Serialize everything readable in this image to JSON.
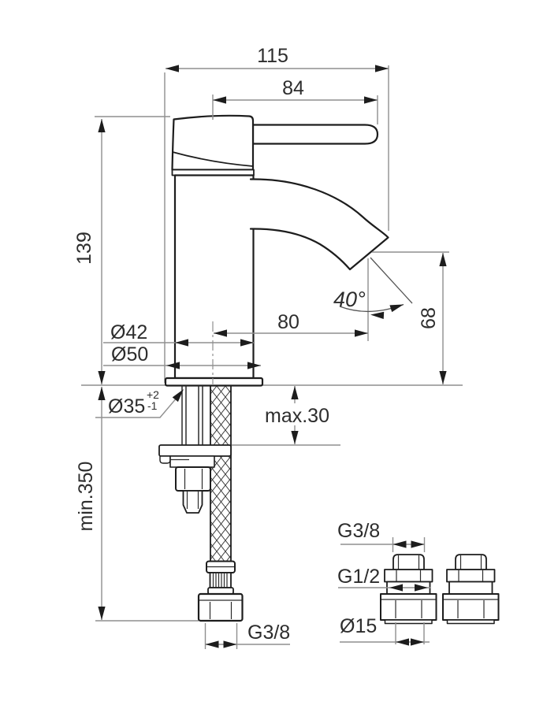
{
  "dims": {
    "overall_width": "115",
    "handle_length": "84",
    "body_height": "139",
    "spout_reach": "80",
    "spout_angle": "40°",
    "outlet_height": "68",
    "body_diameter": "Ø42",
    "base_diameter": "Ø50",
    "mount_hole_diameter": "Ø35",
    "mount_hole_tol_upper": "+2",
    "mount_hole_tol_lower": "-1",
    "max_deck_thickness": "max.30",
    "min_hose_clearance": "min.350",
    "hose_thread": "G3/8"
  },
  "fittings": {
    "thread_top": "G3/8",
    "thread_mid": "G1/2",
    "pipe_diameter": "Ø15"
  },
  "colors": {
    "outline": "#1d1d1d",
    "dimension_line": "#8f8f8f",
    "text": "#2d2d2d",
    "background": "#ffffff"
  }
}
